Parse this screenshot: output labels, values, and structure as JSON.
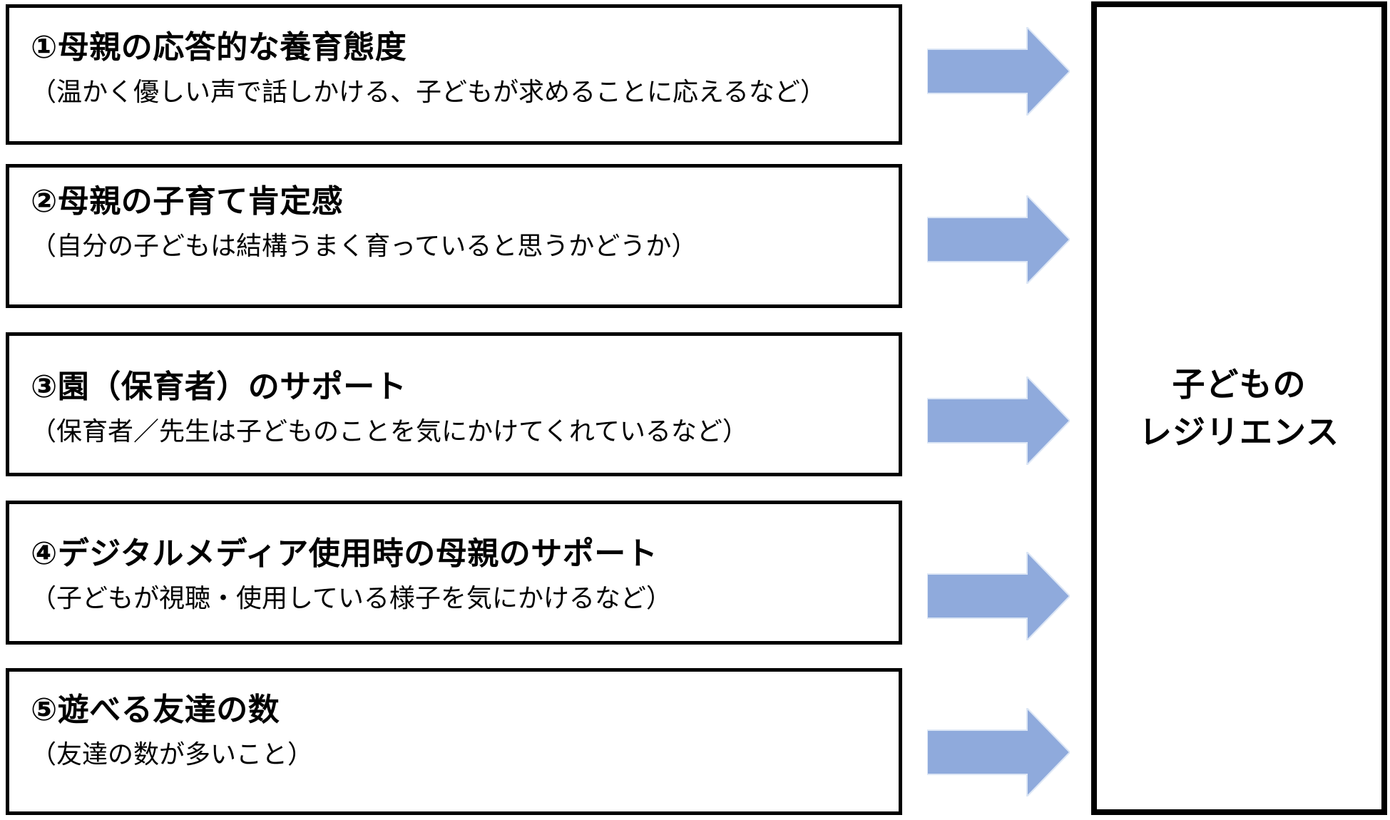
{
  "diagram": {
    "arrow_color": "#8FAADC",
    "arrow_edge_color": "#DCE6F5",
    "factors": [
      {
        "number": "①",
        "title": "①母親の応答的な養育態度",
        "description": "（温かく優しい声で話しかける、子どもが求めることに応えるなど）"
      },
      {
        "number": "②",
        "title": "②母親の子育て肯定感",
        "description": "（自分の子どもは結構うまく育っていると思うかどうか）"
      },
      {
        "number": "③",
        "title": "③園（保育者）のサポート",
        "description": "（保育者／先生は子どものことを気にかけてくれているなど）"
      },
      {
        "number": "④",
        "title": "④デジタルメディア使用時の母親のサポート",
        "description": "（子どもが視聴・使用している様子を気にかけるなど）"
      },
      {
        "number": "⑤",
        "title": "⑤遊べる友達の数",
        "description": "（友達の数が多いこと）"
      }
    ],
    "outcome": {
      "lines": [
        "子どもの",
        "レジリエンス"
      ]
    }
  }
}
